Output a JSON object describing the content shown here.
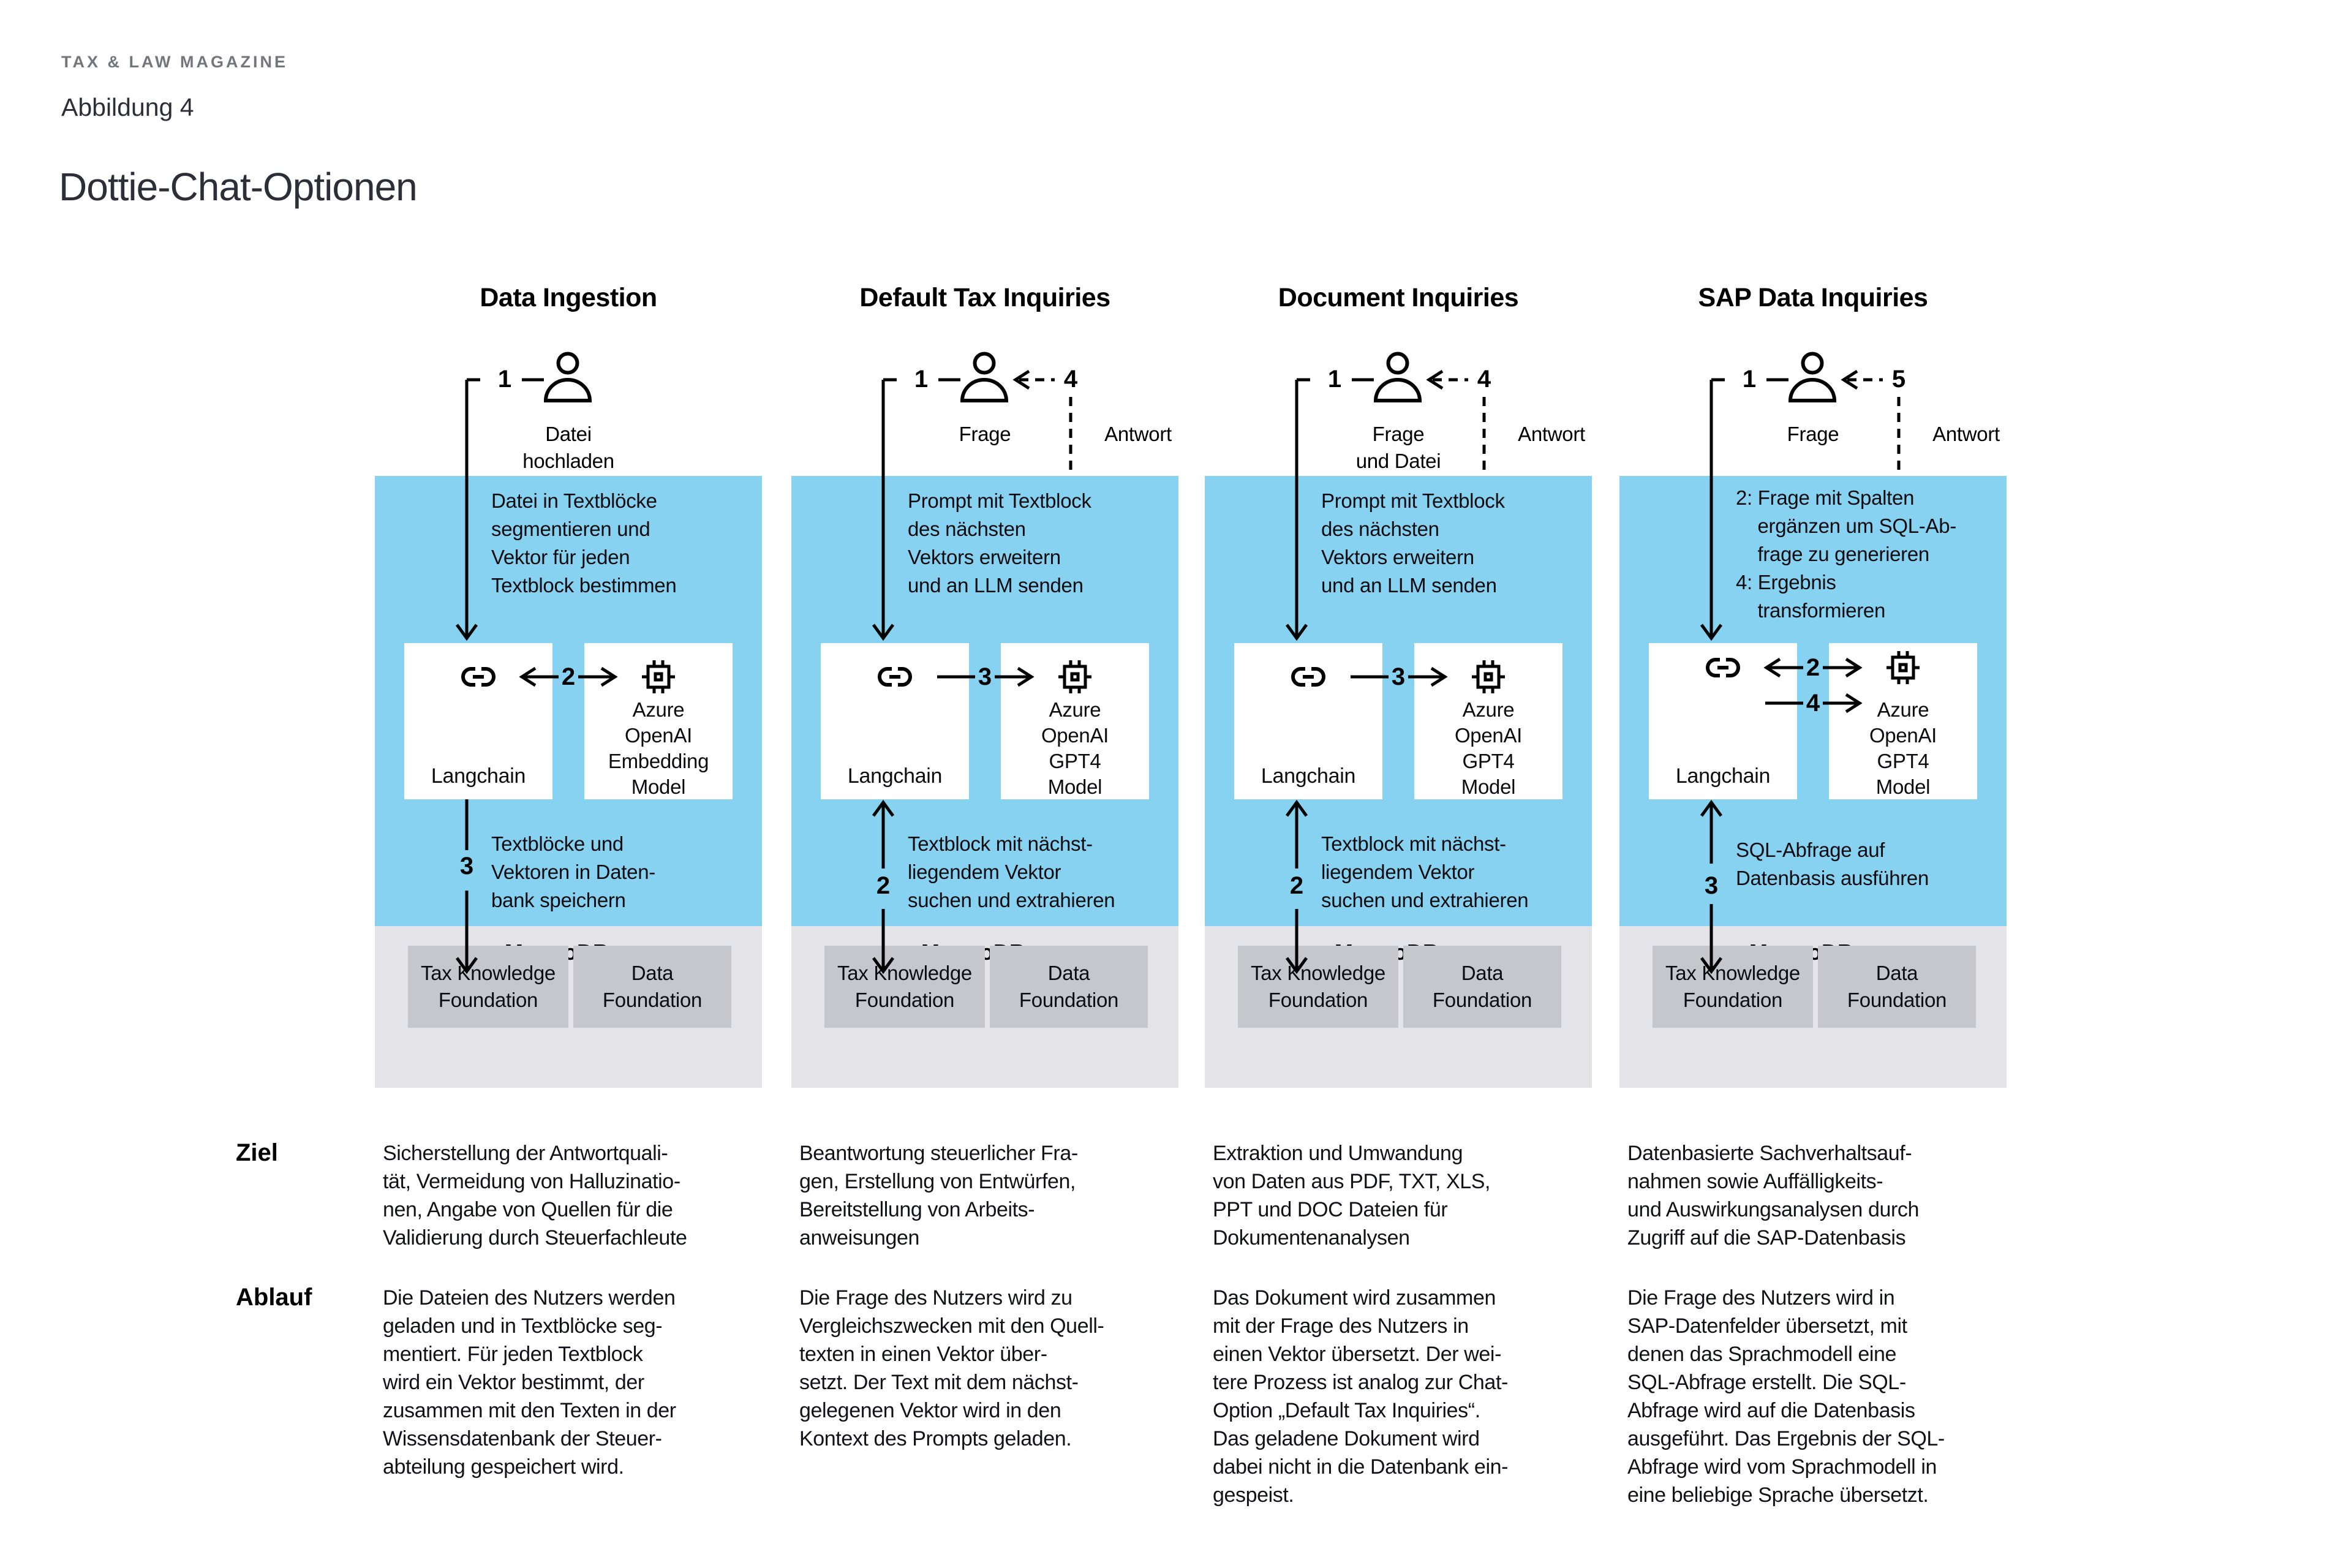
{
  "header": {
    "kicker": "TAX & LAW MAGAZINE",
    "figure_label": "Abbildung 4",
    "title": "Dottie-Chat-Optionen"
  },
  "row_labels": {
    "ziel": "Ziel",
    "ablauf": "Ablauf"
  },
  "colors": {
    "accent_blue": "#87d2f0",
    "panel_gray": "#e4e4e8",
    "box_gray": "#c6c7cd",
    "ink": "#000000"
  },
  "columns": [
    {
      "title": "Data Ingestion",
      "step_in": "1",
      "request_label": "Datei\nhochladen",
      "process_top": "Datei in Textblöcke\nsegmentieren und\nVektor für jeden\nTextblock bestimmen",
      "mid_steps": [
        "2"
      ],
      "tool_box": {
        "label": "Langchain",
        "icon": "chain-link-icon"
      },
      "model_box": {
        "label": "Azure\nOpenAI\nEmbedding\nModel",
        "icon": "chip-icon"
      },
      "bottom_step": "3",
      "process_bottom": "Textblöcke und\nVektoren in Daten-\nbank speichern",
      "database_label": "MongoDB",
      "foundation_boxes": [
        "Tax Knowledge\nFoundation",
        "Data\nFoundation"
      ],
      "ziel": "Sicherstellung der Antwortquali-\ntät, Vermeidung von Halluzinatio-\nnen, Angabe von Quellen für die\nValidierung durch Steuerfachleute",
      "ablauf": "Die Dateien des Nutzers werden\ngeladen und in Textblöcke seg-\nmentiert. Für jeden Textblock\nwird ein Vektor bestimmt, der\nzusammen mit den Texten in der\nWissensdatenbank der Steuer-\nabteilung gespeichert wird."
    },
    {
      "title": "Default Tax Inquiries",
      "step_in": "1",
      "step_out": "4",
      "request_label": "Frage",
      "answer_label": "Antwort",
      "process_top": "Prompt mit Textblock\ndes nächsten\nVektors erweitern\nund an LLM senden",
      "mid_steps": [
        "3"
      ],
      "tool_box": {
        "label": "Langchain",
        "icon": "chain-link-icon"
      },
      "model_box": {
        "label": "Azure\nOpenAI\nGPT4\nModel",
        "icon": "chip-icon"
      },
      "bottom_step": "2",
      "process_bottom": "Textblock mit nächst-\nliegendem Vektor\nsuchen und extrahieren",
      "database_label": "MongoDB",
      "foundation_boxes": [
        "Tax Knowledge\nFoundation",
        "Data\nFoundation"
      ],
      "ziel": "Beantwortung steuerlicher Fra-\ngen, Erstellung von Entwürfen,\nBereitstellung von Arbeits-\nanweisungen",
      "ablauf": "Die Frage des Nutzers wird zu\nVergleichszwecken mit den Quell-\ntexten in einen Vektor über-\nsetzt. Der Text mit dem nächst-\ngelegenen Vektor wird in den\nKontext des Prompts geladen."
    },
    {
      "title": "Document Inquiries",
      "step_in": "1",
      "step_out": "4",
      "request_label": "Frage\nund Datei",
      "answer_label": "Antwort",
      "process_top": "Prompt mit Textblock\ndes nächsten\nVektors erweitern\nund an LLM senden",
      "mid_steps": [
        "3"
      ],
      "tool_box": {
        "label": "Langchain",
        "icon": "chain-link-icon"
      },
      "model_box": {
        "label": "Azure\nOpenAI\nGPT4\nModel",
        "icon": "chip-icon"
      },
      "bottom_step": "2",
      "process_bottom": "Textblock mit nächst-\nliegendem Vektor\nsuchen und extrahieren",
      "database_label": "MongoDB",
      "foundation_boxes": [
        "Tax Knowledge\nFoundation",
        "Data\nFoundation"
      ],
      "ziel": "Extraktion und Umwandung\nvon Daten aus PDF, TXT, XLS,\nPPT und DOC Dateien für\nDokumentenanalysen",
      "ablauf": "Das Dokument wird zusammen\nmit der Frage des Nutzers in\neinen Vektor übersetzt. Der wei-\ntere Prozess ist analog zur Chat-\nOption „Default Tax Inquiries“.\nDas geladene Dokument wird\ndabei nicht in die Datenbank ein-\ngespeist."
    },
    {
      "title": "SAP Data Inquiries",
      "step_in": "1",
      "step_out": "5",
      "request_label": "Frage",
      "answer_label": "Antwort",
      "process_top": "2: Frage mit Spalten\n    ergänzen um SQL-Ab-\n    frage zu generieren\n4: Ergebnis\n    transformieren",
      "mid_steps": [
        "2",
        "4"
      ],
      "tool_box": {
        "label": "Langchain",
        "icon": "chain-link-icon"
      },
      "model_box": {
        "label": "Azure\nOpenAI\nGPT4\nModel",
        "icon": "chip-icon"
      },
      "bottom_step": "3",
      "process_bottom": "SQL-Abfrage auf\nDatenbasis ausführen",
      "database_label": "MongoDB",
      "foundation_boxes": [
        "Tax Knowledge\nFoundation",
        "Data\nFoundation"
      ],
      "ziel": "Datenbasierte Sachverhaltsauf-\nnahmen sowie Auffälligkeits-\nund Auswirkungsanalysen durch\nZugriff auf die SAP-Datenbasis",
      "ablauf": "Die Frage des Nutzers wird in\nSAP-Datenfelder übersetzt, mit\ndenen das Sprachmodell eine\nSQL-Abfrage erstellt. Die SQL-\nAbfrage wird auf die Datenbasis\nausgeführt. Das Ergebnis der SQL-\nAbfrage wird vom Sprachmodell in\neine beliebige Sprache übersetzt."
    }
  ]
}
